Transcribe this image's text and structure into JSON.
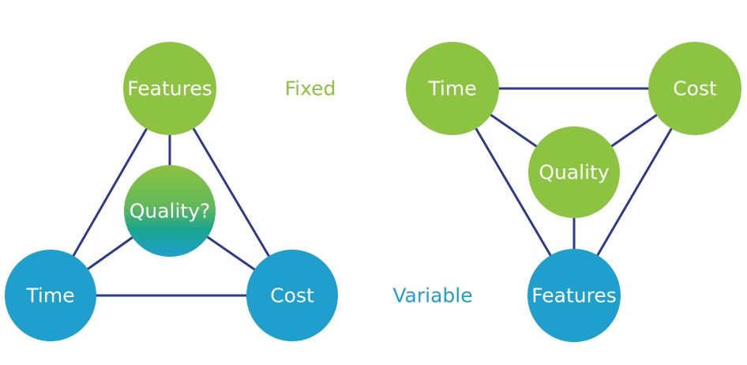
{
  "colors": {
    "fixed": "#8cc340",
    "variable": "#1e9fcd",
    "line": "#2e3a8c",
    "node_text": "#ffffff"
  },
  "legend": {
    "fixed_label": "Fixed",
    "variable_label": "Variable"
  },
  "left_diagram": {
    "top": "Features",
    "center": "Quality?",
    "bottom_left": "Time",
    "bottom_right": "Cost"
  },
  "right_diagram": {
    "top_left": "Time",
    "top_right": "Cost",
    "center": "Quality",
    "bottom": "Features"
  }
}
